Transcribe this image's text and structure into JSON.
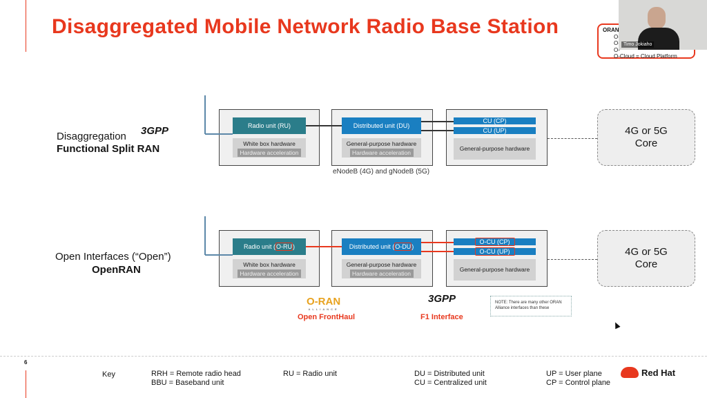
{
  "title": "Disaggregated Mobile Network Radio Base Station",
  "page_number": "6",
  "oran_box": {
    "heading": "ORAN",
    "items": [
      "O-",
      "O-",
      "O-",
      "O-Cloud = Cloud Platform"
    ]
  },
  "webcam": {
    "name": "Timo Jokiaho"
  },
  "row1": {
    "label1": "Disaggregation",
    "label2": "Functional Split RAN",
    "logo": "3GPP",
    "ru": "Radio unit (RU)",
    "ru_hw": "White box hardware",
    "accel": "Hardware acceleration",
    "du": "Distributed unit (DU)",
    "du_hw": "General-purpose hardware",
    "cu_cp": "CU (CP)",
    "cu_up": "CU (UP)",
    "cu_hw": "General-purpose hardware",
    "caption": "eNodeB (4G) and gNodeB (5G)",
    "core": "4G or 5G Core"
  },
  "row2": {
    "label1": "Open Interfaces (“Open”)",
    "label2": "OpenRAN",
    "ru_prefix": "Radio unit (",
    "ru_tag": "O-RU",
    "du_prefix": "Distributed unit (",
    "du_tag": "O-DU",
    "suffix": ")",
    "ru_hw": "White box hardware",
    "accel": "Hardware acceleration",
    "du_hw": "General-purpose hardware",
    "cu_cp": "O-CU (CP)",
    "cu_up": "O-CU (UP)",
    "cu_hw": "General-purpose hardware",
    "core": "4G or 5G Core",
    "oran_logo": "O-RAN",
    "oran_logo_sub": "ALLIANCE",
    "fronthaul": "Open FrontHaul",
    "gpp_logo": "3GPP",
    "f1": "F1 Interface",
    "note": "NOTE: There are many other ORAN Alliance interfaces than these"
  },
  "key": {
    "label": "Key",
    "items": [
      "RRH = Remote radio head",
      "BBU = Baseband unit",
      "RU = Radio unit",
      "DU = Distributed unit",
      "CU = Centralized unit",
      "UP = User plane",
      "CP = Control plane"
    ]
  },
  "brand": "Red Hat",
  "colors": {
    "accent": "#e8381e",
    "teal": "#2b7d8a",
    "blue": "#1a7fc1"
  }
}
